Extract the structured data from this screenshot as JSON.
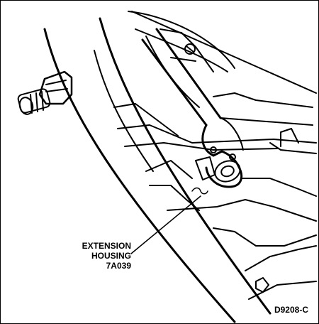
{
  "callout": {
    "line1": "EXTENSION",
    "line2": "HOUSING",
    "part_number": "7A039"
  },
  "figure_id": "D9208-C"
}
